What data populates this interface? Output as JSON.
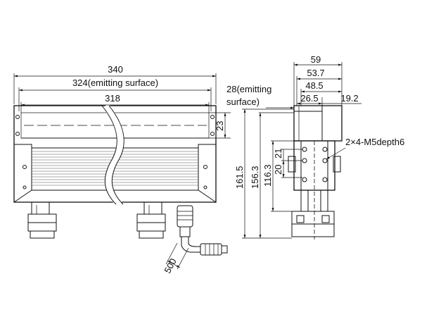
{
  "front_view": {
    "dim_overall": "340",
    "dim_emitting_width": "324(emitting surface)",
    "dim_inner": "318",
    "dim_window_height": "23",
    "dim_cable_length": "500"
  },
  "side_view": {
    "dim_emitting_depth_line1": "28(emitting",
    "dim_emitting_depth_line2": "surface)",
    "dim_59": "59",
    "dim_53_7": "53.7",
    "dim_48_5": "48.5",
    "dim_26_5": "26.5",
    "dim_19_2": "19.2",
    "dim_161_5": "161.5",
    "dim_156_3": "156.3",
    "dim_116_3": "116.3",
    "dim_20": "20",
    "dim_21": "21",
    "thread_note": "2×4-M5depth6"
  }
}
